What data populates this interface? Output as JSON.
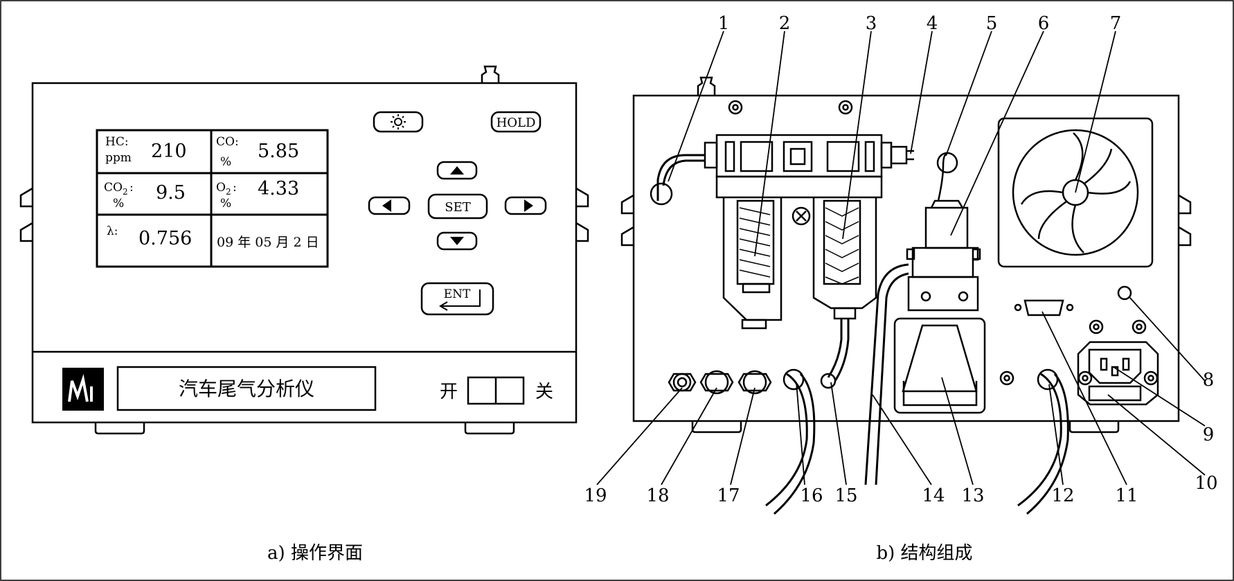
{
  "panel_a": {
    "caption": "a) 操作界面",
    "display": {
      "hc_label": "HC:",
      "hc_unit": "ppm",
      "hc_value": "210",
      "co_label": "CO:",
      "co_unit": "%",
      "co_value": "5.85",
      "co2_label": "CO",
      "co2_sub": "2",
      "co2_colon": ":",
      "co2_unit": "%",
      "co2_value": "9.5",
      "o2_label": "O",
      "o2_sub": "2",
      "o2_colon": ":",
      "o2_unit": "%",
      "o2_value": "4.33",
      "lambda_label": "λ:",
      "lambda_value": "0.756",
      "date": "09 年 05 月 2 日"
    },
    "buttons": {
      "hold": "HOLD",
      "set": "SET",
      "ent": "ENT"
    },
    "nameplate": "汽车尾气分析仪",
    "switch_on": "开",
    "switch_off": "关"
  },
  "panel_b": {
    "caption": "b) 结构组成",
    "callouts": [
      "1",
      "2",
      "3",
      "4",
      "5",
      "6",
      "7",
      "8",
      "9",
      "10",
      "11",
      "12",
      "13",
      "14",
      "15",
      "16",
      "17",
      "18",
      "19"
    ]
  }
}
